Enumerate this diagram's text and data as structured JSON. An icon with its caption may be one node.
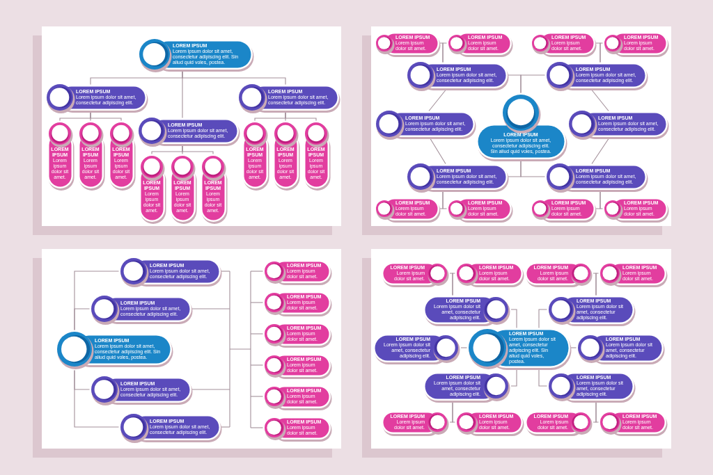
{
  "diagram": {
    "nodes": [
      {
        "text": [
          "LOREM IPSUM",
          "Lorem ipsum dolor sit amet, consectetur adipiscing elit. Sin aliud quid voles, postea."
        ]
      },
      {
        "text": [
          "LOREM IPSUM",
          "Lorem ipsum dolor sit amet, consectetur adipiscing elit."
        ]
      },
      {
        "text": [
          "LOREM IPSUM",
          "Lorem ipsum dolor sit amet, consectetur adipiscing elit."
        ]
      },
      {
        "text": [
          "LOREM IPSUM",
          "Lorem ipsum dolor sit amet, consectetur adipiscing elit."
        ]
      },
      {
        "text": [
          "LOREM IPSUM",
          "Lorem ipsum dolor sit amet."
        ]
      },
      {
        "text": [
          "LOREM IPSUM",
          "Lorem ipsum dolor sit amet."
        ]
      },
      {
        "text": [
          "LOREM IPSUM",
          "Lorem ipsum dolor sit amet."
        ]
      },
      {
        "text": [
          "LOREM IPSUM",
          "Lorem ipsum dolor sit amet."
        ]
      },
      {
        "text": [
          "LOREM IPSUM",
          "Lorem ipsum dolor sit amet."
        ]
      },
      {
        "text": [
          "LOREM IPSUM",
          "Lorem ipsum dolor sit amet."
        ]
      },
      {
        "text": [
          "LOREM IPSUM",
          "Lorem ipsum dolor sit amet."
        ]
      },
      {
        "text": [
          "LOREM IPSUM",
          "Lorem ipsum dolor sit amet."
        ]
      },
      {
        "text": [
          "LOREM IPSUM",
          "Lorem ipsum dolor sit amet."
        ]
      },
      {
        "text": [
          "LOREM IPSUM",
          "Lorem ipsum dolor sit amet."
        ]
      },
      {
        "text": [
          "LOREM IPSUM",
          "Lorem ipsum dolor sit amet."
        ]
      },
      {
        "text": [
          "LOREM IPSUM",
          "Lorem ipsum dolor sit amet."
        ]
      },
      {
        "text": [
          "LOREM IPSUM",
          "Lorem ipsum dolor sit amet."
        ]
      },
      {
        "text": [
          "LOREM IPSUM",
          "Lorem ipsum dolor sit amet, consectetur adipiscing elit."
        ]
      },
      {
        "text": [
          "LOREM IPSUM",
          "Lorem ipsum dolor sit amet, consectetur adipiscing elit."
        ]
      },
      {
        "text": [
          "LOREM IPSUM",
          "Lorem ipsum dolor sit amet, consectetur adipiscing elit. Sin aliud quid voles, postea."
        ]
      },
      {
        "text": [
          "LOREM IPSUM",
          "Lorem ipsum dolor sit amet, consectetur adipiscing elit."
        ]
      },
      {
        "text": [
          "LOREM IPSUM",
          "Lorem ipsum dolor sit amet, consectetur adipiscing elit."
        ]
      },
      {
        "text": [
          "LOREM IPSUM",
          "Lorem ipsum dolor sit amet, consectetur adipiscing elit."
        ]
      },
      {
        "text": [
          "LOREM IPSUM",
          "Lorem ipsum dolor sit amet, consectetur adipiscing elit."
        ]
      },
      {
        "text": [
          "LOREM IPSUM",
          "Lorem ipsum dolor sit amet."
        ]
      },
      {
        "text": [
          "LOREM IPSUM",
          "Lorem ipsum dolor sit amet."
        ]
      },
      {
        "text": [
          "LOREM IPSUM",
          "Lorem ipsum dolor sit amet."
        ]
      },
      {
        "text": [
          "LOREM IPSUM",
          "Lorem ipsum dolor sit amet."
        ]
      },
      {
        "text": [
          "LOREM IPSUM",
          "Lorem ipsum dolor sit amet, consectetur adipiscing elit."
        ]
      },
      {
        "text": [
          "LOREM IPSUM",
          "Lorem ipsum dolor sit amet, consectetur adipiscing elit."
        ]
      },
      {
        "text": [
          "LOREM IPSUM",
          "Lorem ipsum dolor sit amet, consectetur adipiscing elit. Sin aliud quid voles, postea."
        ]
      },
      {
        "text": [
          "LOREM IPSUM",
          "Lorem ipsum dolor sit amet, consectetur adipiscing elit."
        ]
      },
      {
        "text": [
          "LOREM IPSUM",
          "Lorem ipsum dolor sit amet, consectetur adipiscing elit."
        ]
      },
      {
        "text": [
          "LOREM IPSUM",
          "Lorem ipsum dolor sit amet."
        ]
      },
      {
        "text": [
          "LOREM IPSUM",
          "Lorem ipsum dolor sit amet."
        ]
      },
      {
        "text": [
          "LOREM IPSUM",
          "Lorem ipsum dolor sit amet."
        ]
      },
      {
        "text": [
          "LOREM IPSUM",
          "Lorem ipsum dolor sit amet."
        ]
      },
      {
        "text": [
          "LOREM IPSUM",
          "Lorem ipsum dolor sit amet."
        ]
      },
      {
        "text": [
          "LOREM IPSUM",
          "Lorem ipsum dolor sit amet."
        ]
      },
      {
        "text": [
          "LOREM IPSUM",
          "Lorem ipsum dolor sit amet."
        ]
      },
      {
        "text": [
          "LOREM IPSUM",
          "Lorem ipsum dolor sit amet."
        ]
      },
      {
        "text": [
          "LOREM IPSUM",
          "Lorem ipsum dolor sit amet."
        ]
      },
      {
        "text": [
          "LOREM IPSUM",
          "Lorem ipsum dolor sit amet."
        ]
      },
      {
        "text": [
          "LOREM IPSUM",
          "Lorem ipsum dolor sit amet, consectetur adipiscing elit."
        ]
      },
      {
        "text": [
          "LOREM IPSUM",
          "Lorem ipsum dolor sit amet, consectetur adipiscing elit."
        ]
      },
      {
        "text": [
          "LOREM IPSUM",
          "Lorem ipsum dolor sit amet, consectetur adipiscing elit."
        ]
      },
      {
        "text": [
          "LOREM IPSUM",
          "Lorem ipsum dolor sit amet, consectetur adipiscing elit. Sin aliud quid voles, postea."
        ]
      },
      {
        "text": [
          "LOREM IPSUM",
          "Lorem ipsum dolor sit amet, consectetur adipiscing elit."
        ]
      },
      {
        "text": [
          "LOREM IPSUM",
          "Lorem ipsum dolor sit amet, consectetur adipiscing elit."
        ]
      },
      {
        "text": [
          "LOREM IPSUM",
          "Lorem ipsum dolor sit amet, consectetur adipiscing elit."
        ]
      },
      {
        "text": [
          "LOREM IPSUM",
          "Lorem ipsum dolor sit amet."
        ]
      },
      {
        "text": [
          "LOREM IPSUM",
          "Lorem ipsum dolor sit amet."
        ]
      },
      {
        "text": [
          "LOREM IPSUM",
          "Lorem ipsum dolor sit amet."
        ]
      },
      {
        "text": [
          "LOREM IPSUM",
          "Lorem ipsum dolor sit amet."
        ]
      }
    ],
    "edges": [
      {
        "from": 0,
        "to": 1,
        "arrow": "none"
      },
      {
        "from": 0,
        "to": 2,
        "arrow": "none"
      },
      {
        "from": 0,
        "to": 3,
        "arrow": "none"
      },
      {
        "from": 1,
        "to": 4,
        "arrow": "none"
      },
      {
        "from": 1,
        "to": 5,
        "arrow": "none"
      },
      {
        "from": 1,
        "to": 6,
        "arrow": "none"
      },
      {
        "from": 2,
        "to": 7,
        "arrow": "none"
      },
      {
        "from": 2,
        "to": 8,
        "arrow": "none"
      },
      {
        "from": 2,
        "to": 9,
        "arrow": "none"
      },
      {
        "from": 3,
        "to": 10,
        "arrow": "none"
      },
      {
        "from": 3,
        "to": 11,
        "arrow": "none"
      },
      {
        "from": 3,
        "to": 12,
        "arrow": "none"
      },
      {
        "from": 19,
        "to": 17,
        "arrow": "none"
      },
      {
        "from": 19,
        "to": 18,
        "arrow": "none"
      },
      {
        "from": 19,
        "to": 22,
        "arrow": "none"
      },
      {
        "from": 19,
        "to": 23,
        "arrow": "none"
      },
      {
        "from": 17,
        "to": 20,
        "arrow": "none"
      },
      {
        "from": 20,
        "to": 22,
        "arrow": "none"
      },
      {
        "from": 18,
        "to": 21,
        "arrow": "none"
      },
      {
        "from": 21,
        "to": 23,
        "arrow": "none"
      },
      {
        "from": 17,
        "to": 13,
        "arrow": "none"
      },
      {
        "from": 17,
        "to": 14,
        "arrow": "none"
      },
      {
        "from": 18,
        "to": 15,
        "arrow": "none"
      },
      {
        "from": 18,
        "to": 16,
        "arrow": "none"
      },
      {
        "from": 22,
        "to": 24,
        "arrow": "none"
      },
      {
        "from": 22,
        "to": 25,
        "arrow": "none"
      },
      {
        "from": 23,
        "to": 26,
        "arrow": "none"
      },
      {
        "from": 23,
        "to": 27,
        "arrow": "none"
      },
      {
        "from": 30,
        "to": 28,
        "arrow": "none"
      },
      {
        "from": 30,
        "to": 29,
        "arrow": "none"
      },
      {
        "from": 30,
        "to": 31,
        "arrow": "none"
      },
      {
        "from": 30,
        "to": 32,
        "arrow": "none"
      },
      {
        "from": 28,
        "to": 33,
        "arrow": "none"
      },
      {
        "from": 28,
        "to": 34,
        "arrow": "none"
      },
      {
        "from": 28,
        "to": 35,
        "arrow": "none"
      },
      {
        "from": 28,
        "to": 36,
        "arrow": "none"
      },
      {
        "from": 28,
        "to": 37,
        "arrow": "none"
      },
      {
        "from": 28,
        "to": 38,
        "arrow": "none"
      },
      {
        "from": 29,
        "to": 33,
        "arrow": "none"
      },
      {
        "from": 29,
        "to": 34,
        "arrow": "none"
      },
      {
        "from": 29,
        "to": 35,
        "arrow": "none"
      },
      {
        "from": 29,
        "to": 36,
        "arrow": "none"
      },
      {
        "from": 29,
        "to": 37,
        "arrow": "none"
      },
      {
        "from": 29,
        "to": 38,
        "arrow": "none"
      },
      {
        "from": 31,
        "to": 33,
        "arrow": "none"
      },
      {
        "from": 31,
        "to": 34,
        "arrow": "none"
      },
      {
        "from": 31,
        "to": 35,
        "arrow": "none"
      },
      {
        "from": 31,
        "to": 36,
        "arrow": "none"
      },
      {
        "from": 31,
        "to": 37,
        "arrow": "none"
      },
      {
        "from": 31,
        "to": 38,
        "arrow": "none"
      },
      {
        "from": 32,
        "to": 33,
        "arrow": "none"
      },
      {
        "from": 32,
        "to": 34,
        "arrow": "none"
      },
      {
        "from": 32,
        "to": 35,
        "arrow": "none"
      },
      {
        "from": 32,
        "to": 36,
        "arrow": "none"
      },
      {
        "from": 32,
        "to": 37,
        "arrow": "none"
      },
      {
        "from": 32,
        "to": 38,
        "arrow": "none"
      },
      {
        "from": 46,
        "to": 43,
        "arrow": "none"
      },
      {
        "from": 46,
        "to": 44,
        "arrow": "none"
      },
      {
        "from": 46,
        "to": 45,
        "arrow": "none"
      },
      {
        "from": 46,
        "to": 47,
        "arrow": "none"
      },
      {
        "from": 46,
        "to": 48,
        "arrow": "none"
      },
      {
        "from": 46,
        "to": 49,
        "arrow": "none"
      },
      {
        "from": 43,
        "to": 39,
        "arrow": "none"
      },
      {
        "from": 43,
        "to": 40,
        "arrow": "none"
      },
      {
        "from": 44,
        "to": 41,
        "arrow": "none"
      },
      {
        "from": 44,
        "to": 42,
        "arrow": "none"
      },
      {
        "from": 48,
        "to": 50,
        "arrow": "none"
      },
      {
        "from": 48,
        "to": 51,
        "arrow": "none"
      },
      {
        "from": 49,
        "to": 52,
        "arrow": "none"
      },
      {
        "from": 49,
        "to": 53,
        "arrow": "none"
      }
    ]
  }
}
